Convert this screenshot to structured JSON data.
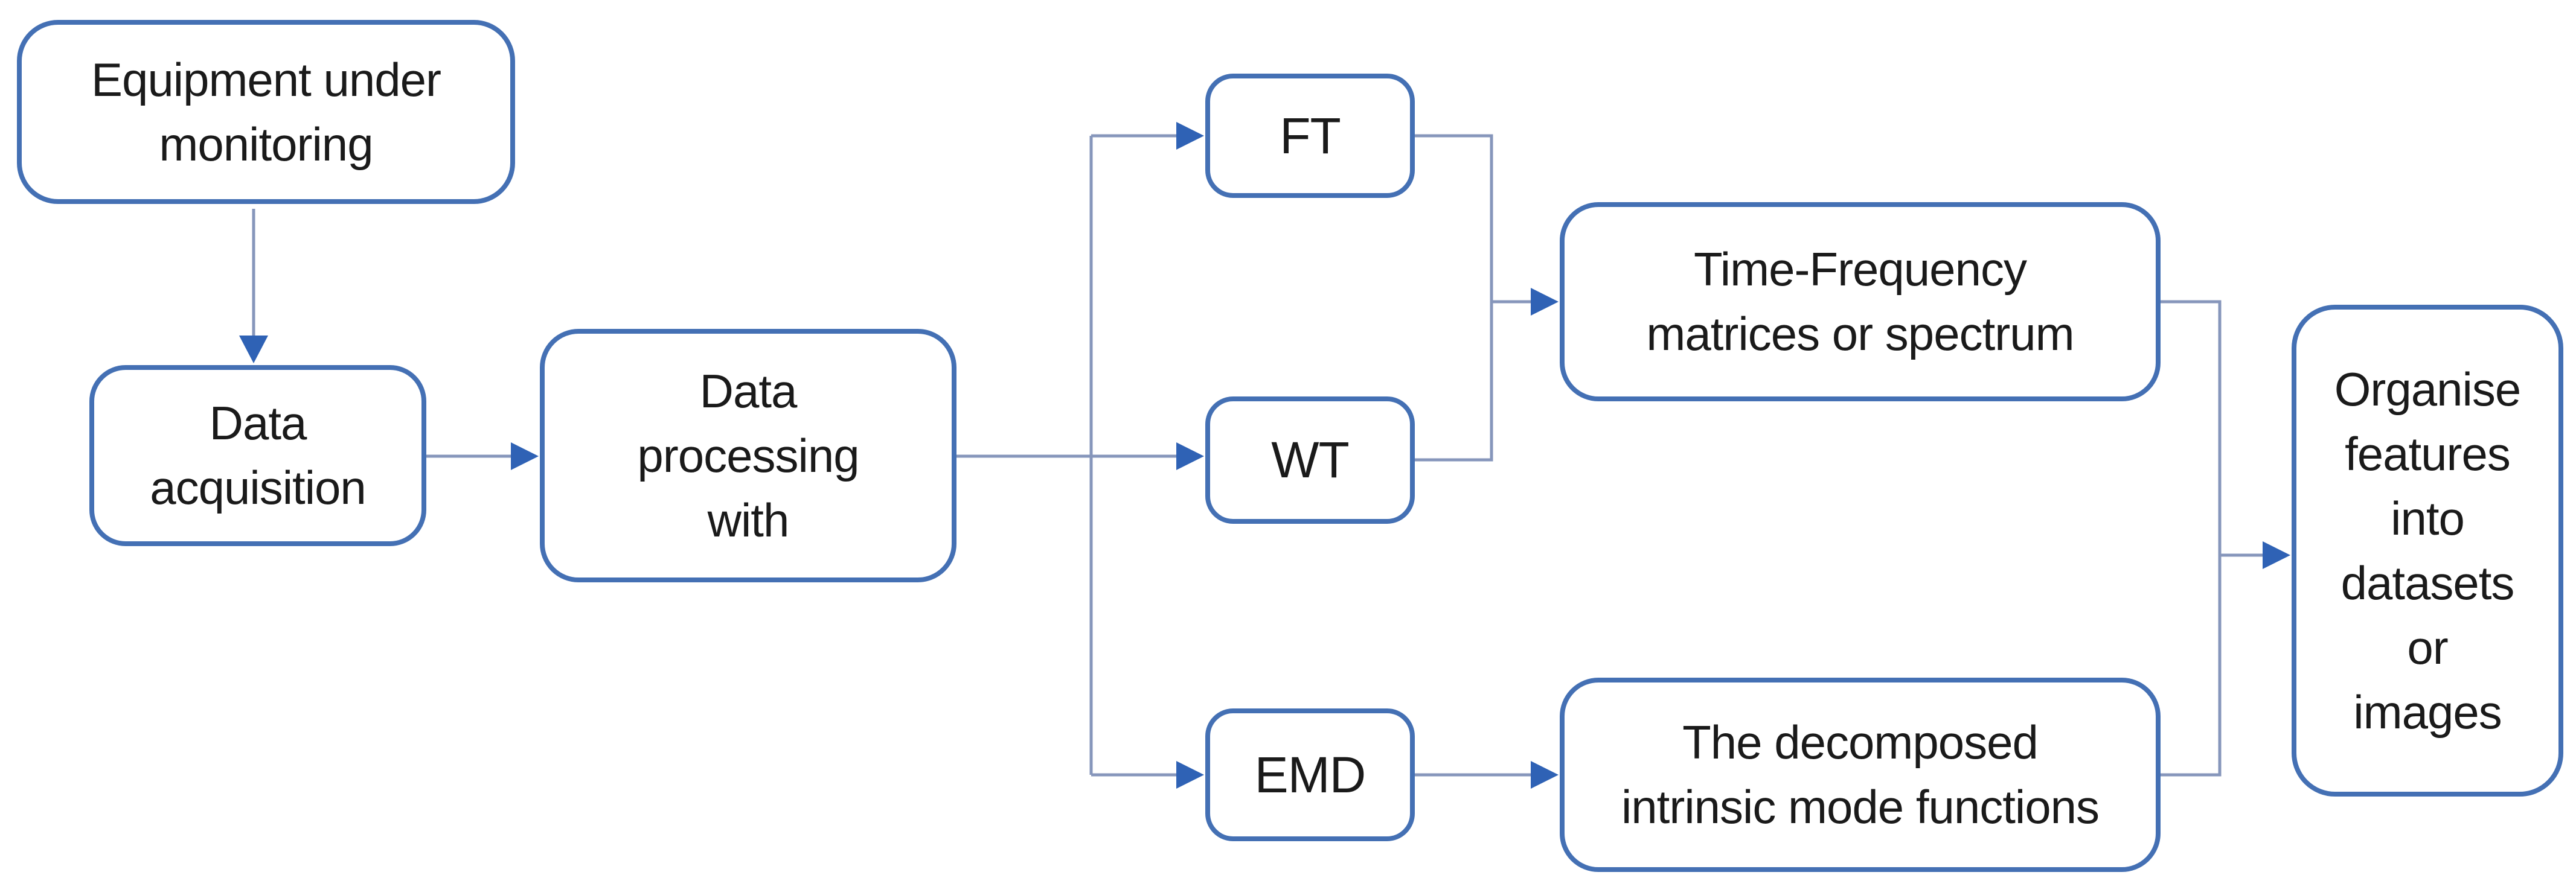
{
  "diagram": {
    "type": "flowchart",
    "nodes": {
      "equipment": {
        "lines": [
          "Equipment under",
          "monitoring"
        ]
      },
      "acquisition": {
        "lines": [
          "Data",
          "acquisition"
        ]
      },
      "processing": {
        "lines": [
          "Data",
          "processing",
          "with"
        ]
      },
      "ft": {
        "lines": [
          "FT"
        ]
      },
      "wt": {
        "lines": [
          "WT"
        ]
      },
      "emd": {
        "lines": [
          "EMD"
        ]
      },
      "tf": {
        "lines": [
          "Time-Frequency",
          "matrices or spectrum"
        ]
      },
      "decomposed": {
        "lines": [
          "The decomposed",
          "intrinsic mode functions"
        ]
      },
      "organise": {
        "lines": [
          "Organise",
          "features",
          "into",
          "datasets",
          "or",
          "images"
        ]
      }
    },
    "edges": [
      {
        "from": "Equipment under monitoring",
        "to": "Data acquisition"
      },
      {
        "from": "Data acquisition",
        "to": "Data processing with"
      },
      {
        "from": "Data processing with",
        "to": "FT"
      },
      {
        "from": "Data processing with",
        "to": "WT"
      },
      {
        "from": "Data processing with",
        "to": "EMD"
      },
      {
        "from": "FT",
        "to": "Time-Frequency matrices or spectrum"
      },
      {
        "from": "WT",
        "to": "Time-Frequency matrices or spectrum"
      },
      {
        "from": "EMD",
        "to": "The decomposed intrinsic mode functions"
      },
      {
        "from": "Time-Frequency matrices or spectrum",
        "to": "Organise features into datasets or images"
      },
      {
        "from": "The decomposed intrinsic mode functions",
        "to": "Organise features into datasets or images"
      }
    ]
  },
  "colors": {
    "box_border": "#4470B4",
    "connector_line": "#8696BB",
    "arrow_head": "#2F62B5",
    "text": "#1A1A1A",
    "background": "#FFFFFF"
  }
}
